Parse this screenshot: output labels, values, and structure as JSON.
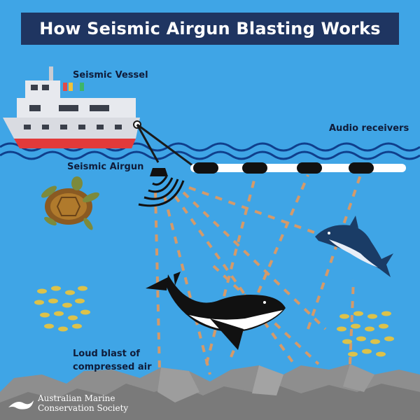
{
  "title": "How Seismic Airgun Blasting Works",
  "labels": {
    "vessel": "Seismic Vessel",
    "receivers": "Audio receivers",
    "airgun": "Seismic Airgun",
    "blast_line1": "Loud blast of",
    "blast_line2": "compressed air"
  },
  "logo": {
    "line1": "Australian Marine",
    "line2": "Conservation Society"
  },
  "colors": {
    "ocean": "#3fa5e6",
    "title_bg": "#1f3561",
    "wave": "#0f3f8c",
    "sound_path": "#d49a6a",
    "seabed": "#8f8f8f",
    "hull_red": "#e23a3a"
  },
  "icons": [
    "ship-icon",
    "airgun-icon",
    "turtle-icon",
    "dolphin-icon",
    "whale-icon",
    "fish-school-icon",
    "whale-tail-logo-icon"
  ]
}
